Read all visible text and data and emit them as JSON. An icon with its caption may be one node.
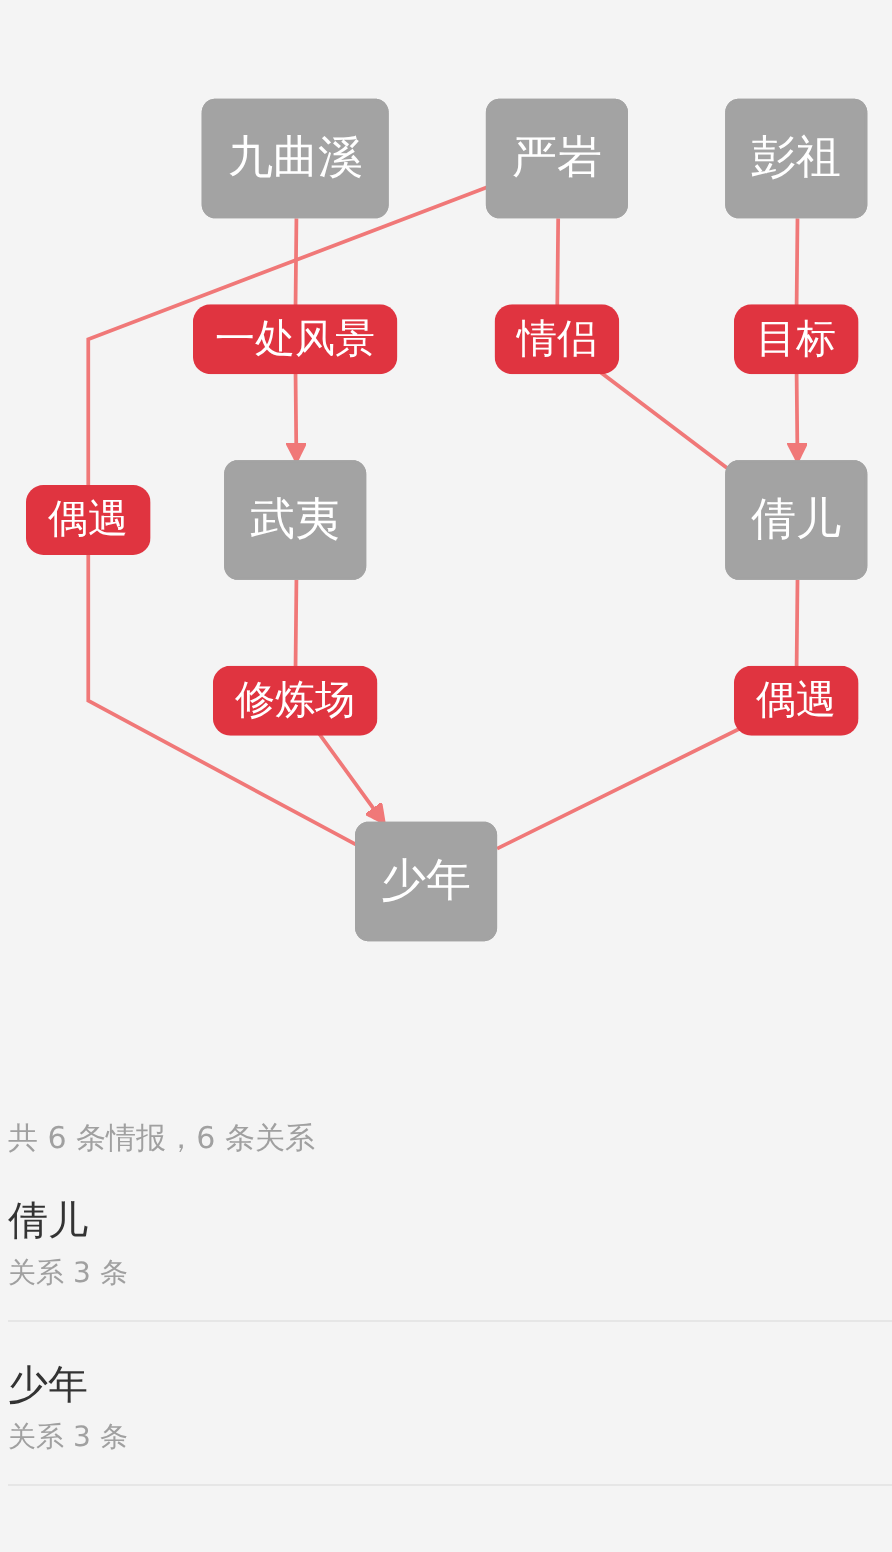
{
  "diagram": {
    "nodes": [
      {
        "text": [
          "九曲溪"
        ]
      },
      {
        "text": [
          "严岩"
        ]
      },
      {
        "text": [
          "武夷"
        ]
      },
      {
        "text": [
          "倩儿"
        ]
      },
      {
        "text": [
          "少年"
        ]
      },
      {
        "text": [
          "彭祖"
        ]
      }
    ],
    "edges": [
      {
        "from": 0,
        "to": 2,
        "arrow": "to",
        "label": "一处风景"
      },
      {
        "from": 1,
        "to": 3,
        "arrow": "none",
        "label": "情侣"
      },
      {
        "from": 1,
        "to": 4,
        "arrow": "none",
        "label": "偶遇"
      },
      {
        "from": 2,
        "to": 4,
        "arrow": "to",
        "label": "修炼场"
      },
      {
        "from": 3,
        "to": 4,
        "arrow": "none",
        "label": "偶遇"
      },
      {
        "from": 5,
        "to": 3,
        "arrow": "to",
        "label": "目标"
      }
    ],
    "labels": [
      "共 6 条情报，6 条关系",
      "倩儿",
      "关系 3 条",
      "少年",
      "关系 3 条"
    ]
  }
}
